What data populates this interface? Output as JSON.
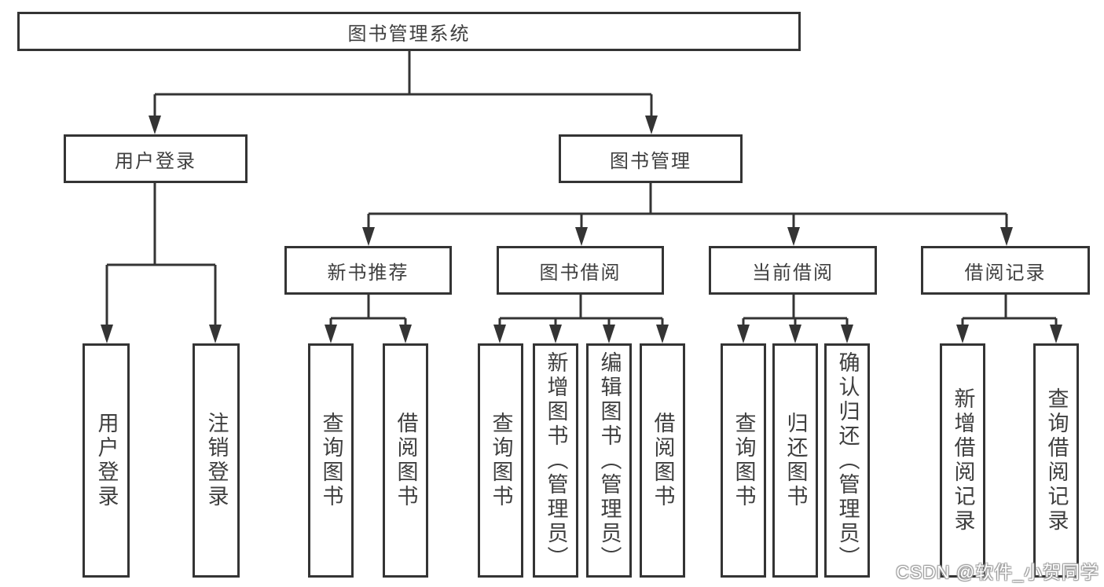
{
  "diagram": {
    "title": "图书管理系统",
    "level2": [
      {
        "label": "用户登录"
      },
      {
        "label": "图书管理"
      }
    ],
    "level3": [
      {
        "label": "新书推荐",
        "parent": "图书管理"
      },
      {
        "label": "图书借阅",
        "parent": "图书管理"
      },
      {
        "label": "当前借阅",
        "parent": "图书管理"
      },
      {
        "label": "借阅记录",
        "parent": "图书管理"
      }
    ],
    "leaves": [
      {
        "label": "用户登录",
        "parent": "用户登录"
      },
      {
        "label": "注销登录",
        "parent": "用户登录"
      },
      {
        "label": "查询图书",
        "parent": "新书推荐"
      },
      {
        "label": "借阅图书",
        "parent": "新书推荐"
      },
      {
        "label": "查询图书",
        "parent": "图书借阅"
      },
      {
        "label": "新增图书（管理员）",
        "parent": "图书借阅"
      },
      {
        "label": "编辑图书（管理员）",
        "parent": "图书借阅"
      },
      {
        "label": "借阅图书",
        "parent": "图书借阅"
      },
      {
        "label": "查询图书",
        "parent": "当前借阅"
      },
      {
        "label": "归还图书",
        "parent": "当前借阅"
      },
      {
        "label": "确认归还（管理员）",
        "parent": "当前借阅"
      },
      {
        "label": "新增借阅记录",
        "parent": "借阅记录"
      },
      {
        "label": "查询借阅记录",
        "parent": "借阅记录"
      }
    ],
    "colors": {
      "line": "#343434",
      "text": "#3f3f3f",
      "background": "#ffffff"
    }
  },
  "watermark": {
    "text": "CSDN @软件_小贺同学"
  }
}
